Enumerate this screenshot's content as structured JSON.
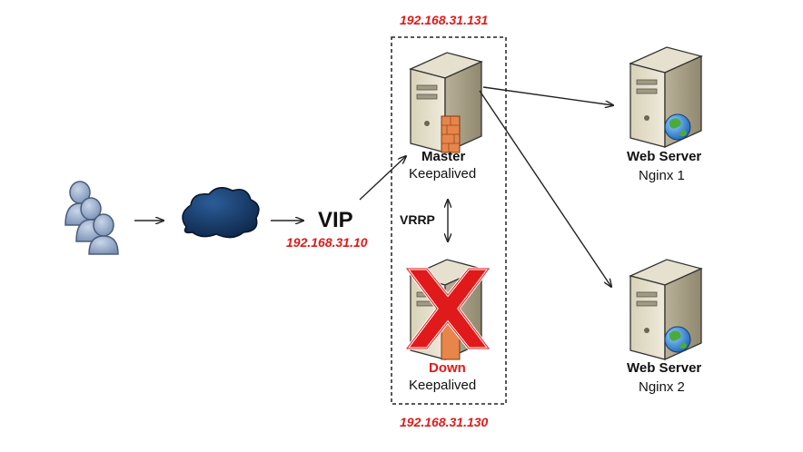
{
  "vip": {
    "label": "VIP",
    "ip": "192.168.31.10"
  },
  "cluster": {
    "master_ip": "192.168.31.131",
    "backup_ip": "192.168.31.130",
    "protocol": "VRRP",
    "master": {
      "role": "Master",
      "software": "Keepalived"
    },
    "backup": {
      "role": "Down",
      "software": "Keepalived"
    }
  },
  "web_servers": [
    {
      "title": "Web Server",
      "name": "Nginx 1"
    },
    {
      "title": "Web Server",
      "name": "Nginx 2"
    }
  ],
  "icons": {
    "users": "users-icon",
    "network": "cloud-icon",
    "server": "server-icon",
    "failure": "red-x-icon",
    "web": "globe-icon"
  },
  "colors": {
    "ip": "#e01a1a",
    "failure": "#e01a1a",
    "line": "#222222"
  }
}
